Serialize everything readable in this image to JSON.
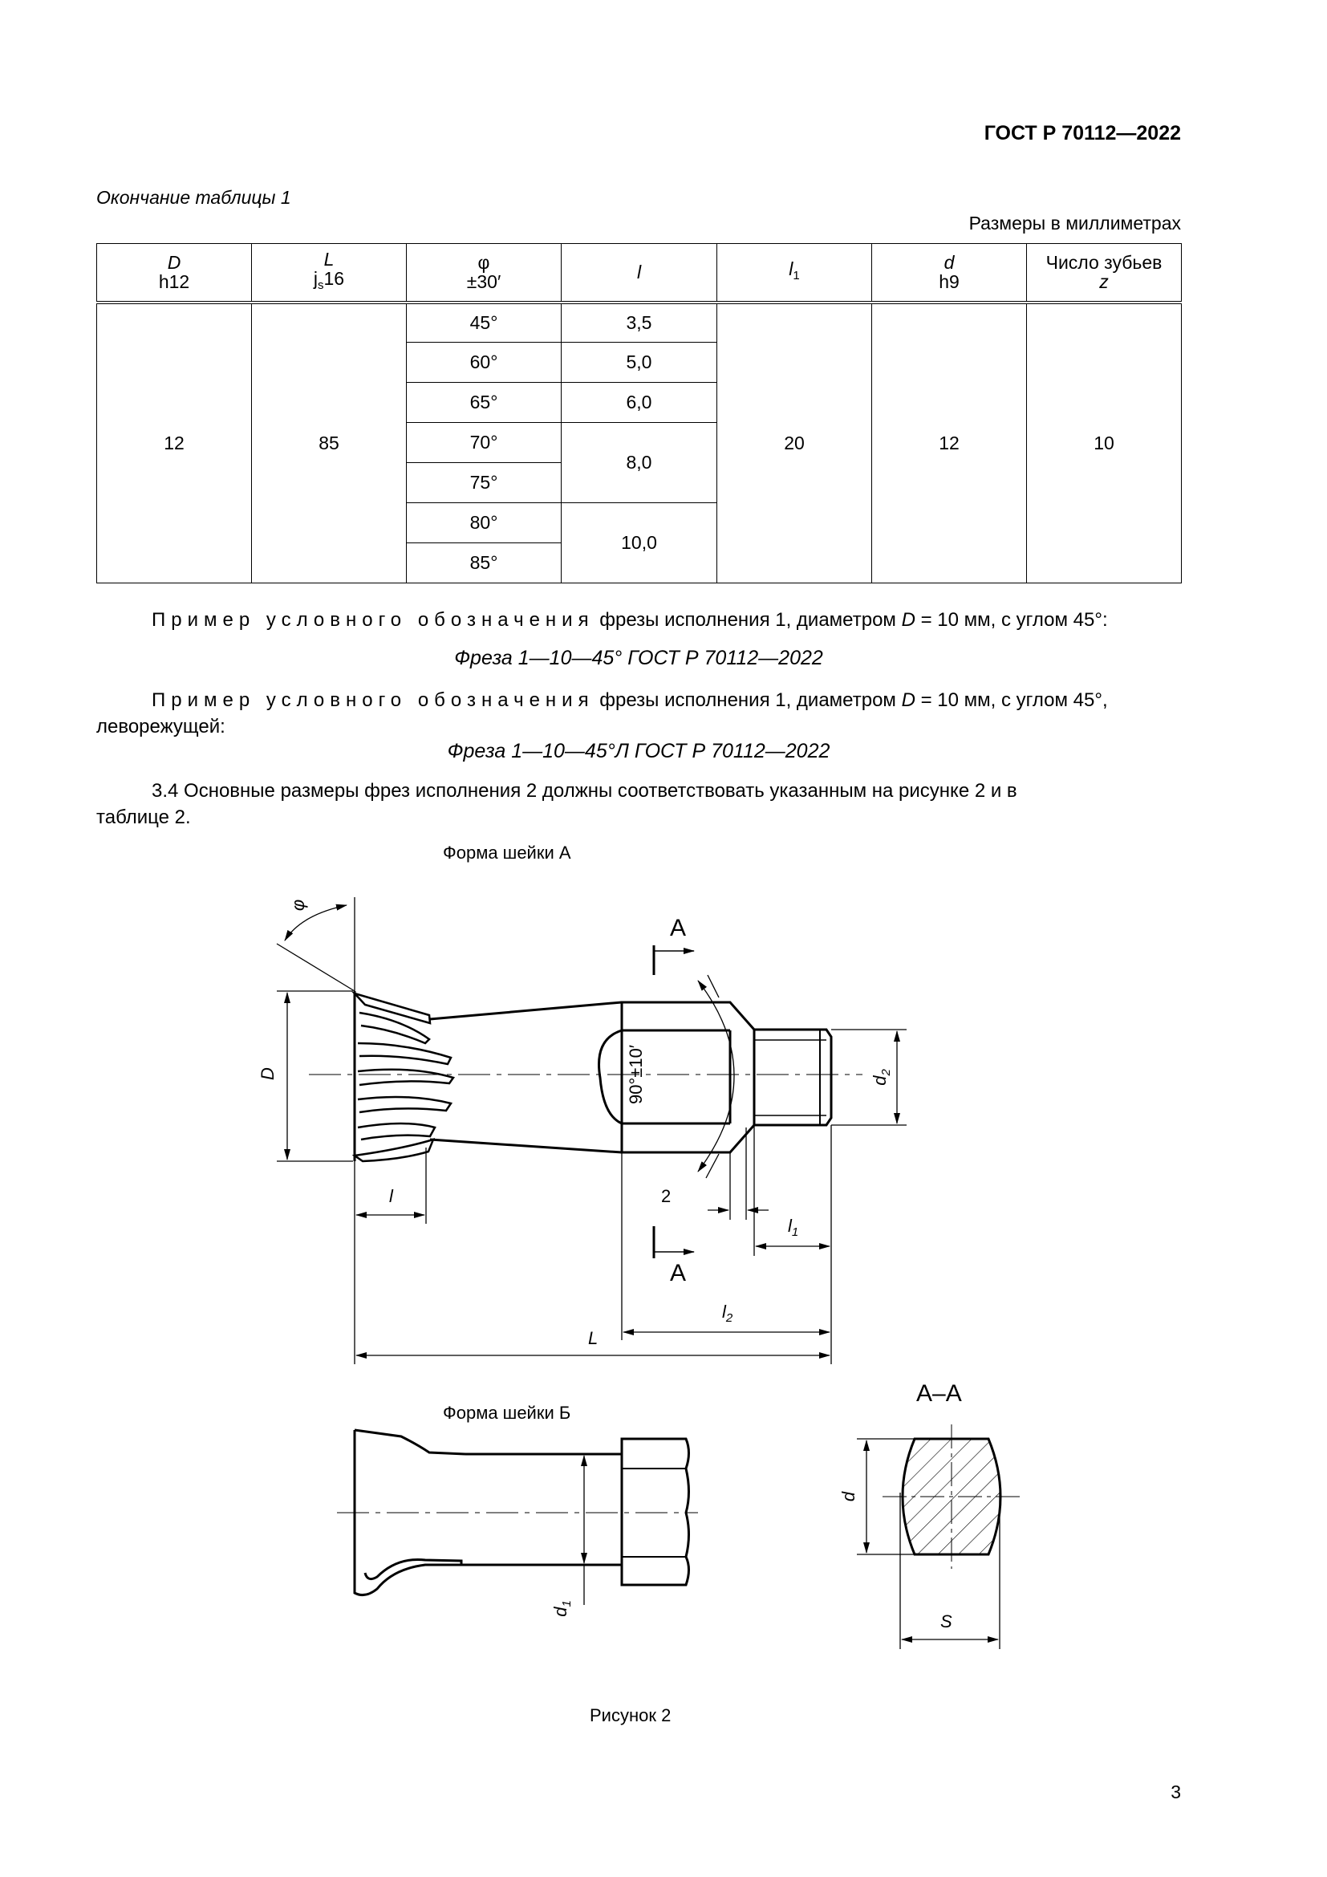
{
  "header": {
    "standard": "ГОСТ Р 70112—2022"
  },
  "table": {
    "caption": "Окончание таблицы 1",
    "units": "Размеры в миллиметрах",
    "columns": [
      {
        "symbol": "D",
        "tolerance": "h12"
      },
      {
        "symbol": "L",
        "tolerance_main": "j",
        "tolerance_sub": "s",
        "tolerance_tail": "16"
      },
      {
        "symbol": "φ",
        "tolerance": "±30′"
      },
      {
        "symbol": "l"
      },
      {
        "symbol": "l",
        "sub": "1"
      },
      {
        "symbol": "d",
        "tolerance": "h9"
      },
      {
        "title": "Число зубьев",
        "symbol": "z"
      }
    ],
    "D": "12",
    "L": "85",
    "l1": "20",
    "d": "12",
    "z": "10",
    "phi": [
      "45°",
      "60°",
      "65°",
      "70°",
      "75°",
      "80°",
      "85°"
    ],
    "l": [
      "3,5",
      "5,0",
      "6,0",
      "8,0",
      "10,0"
    ]
  },
  "text": {
    "example_spaced": "Пример условного обозначения",
    "example1_rest_a": " фрезы исполнения 1, диаметром ",
    "D_symbol": "D",
    "example1_rest_b": " = 10 мм, с углом 45°:",
    "designation1": "Фреза 1—10—45° ГОСТ Р 70112—2022",
    "example2_rest_b": " = 10 мм, с углом 45°,",
    "example2_line2": "леворежущей:",
    "designation2": "Фреза 1—10—45°Л ГОСТ Р 70112—2022",
    "para_3_4_line1": "3.4 Основные размеры фрез исполнения 2 должны соответствовать указанным на рисунке 2 и в",
    "para_3_4_line2": "таблице 2."
  },
  "figure": {
    "title_a": "Форма шейки А",
    "title_b": "Форма шейки Б",
    "section_title": "А–А",
    "caption": "Рисунок 2",
    "labels": {
      "phi": "φ",
      "D": "D",
      "l": "l",
      "L": "L",
      "section_mark": "А",
      "angle": "90°±10′",
      "two": "2",
      "l1_base": "l",
      "l1_sub": "1",
      "l2_base": "l",
      "l2_sub": "2",
      "d2_base": "d",
      "d2_sub": "2",
      "d1_base": "d",
      "d1_sub": "1",
      "d": "d",
      "S": "S"
    }
  },
  "page_number": "3"
}
